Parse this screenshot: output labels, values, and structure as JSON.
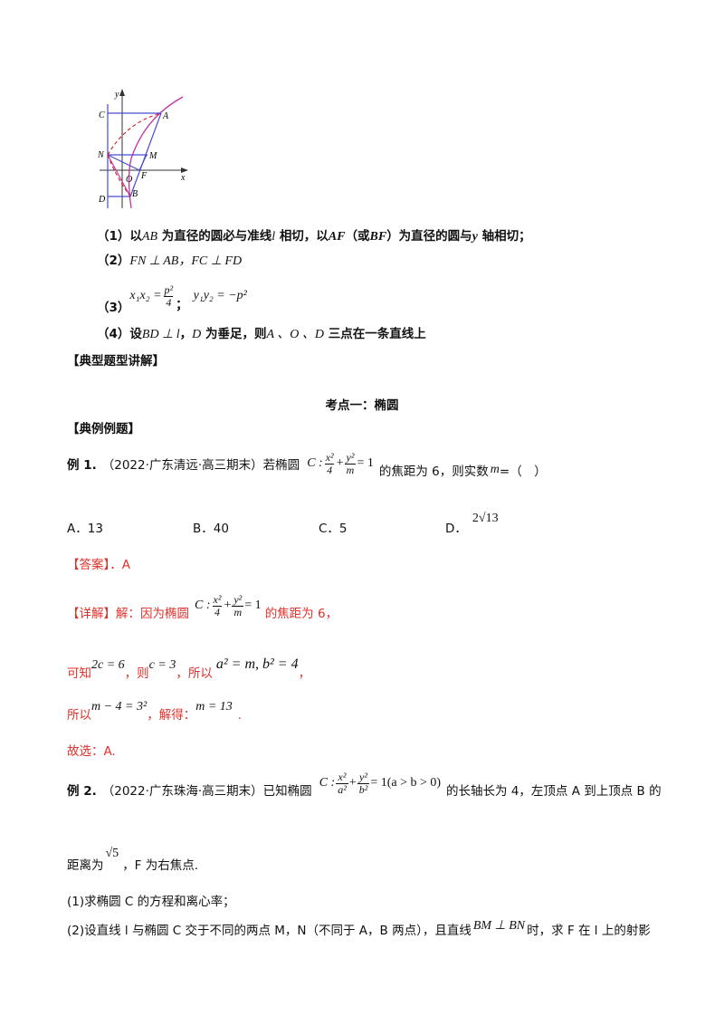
{
  "figure": {
    "axis_y": "y",
    "axis_x": "x",
    "labels": {
      "C": "C",
      "A": "A",
      "N": "N",
      "M": "M",
      "O": "O",
      "F": "F",
      "D": "D",
      "B": "B"
    }
  },
  "props": {
    "p1_num": "（1）",
    "p1_a": "以",
    "p1_ab": "AB",
    "p1_b": "为直径的圆必与准线",
    "p1_l": "l",
    "p1_c": "相切，以",
    "p1_af": "AF",
    "p1_d": "（或",
    "p1_bf": "BF",
    "p1_e": "）为直径的圆与",
    "p1_y": "y",
    "p1_f": "轴相切；",
    "p2_num": "（2）",
    "p2_math": "FN ⊥ AB，FC ⊥ FD",
    "p3_num": "（3）",
    "p3_lhs": "x₁x₂ =",
    "p3_num_frac": "p²",
    "p3_den_frac": "4",
    "p3_sep": "；",
    "p3_rhs": "y₁y₂ = −p²",
    "p4_num": "（4）",
    "p4_a": "设",
    "p4_bd": "BD ⊥ l",
    "p4_b": "，",
    "p4_d": "D",
    "p4_c": "为垂足，则",
    "p4_pts": "A 、O 、D",
    "p4_e": "三点在一条直线上"
  },
  "section_heading": "【典型题型讲解】",
  "topic_heading": "考点一：椭圆",
  "example_heading": "【典例例题】",
  "ex1": {
    "label": "例 1.",
    "source": "（2022·广东清远·高三期末）若椭圆",
    "eq_c": "C :",
    "eq_t1_num": "x²",
    "eq_t1_den": "4",
    "eq_plus": "+",
    "eq_t2_num": "y²",
    "eq_t2_den": "m",
    "eq_rhs": "= 1",
    "tail": "的焦距为 6，则实数",
    "tail_m": "m",
    "tail_end": "=（　）",
    "options": {
      "a": "A．13",
      "b": "B．40",
      "c": "C．5",
      "d": "D．"
    },
    "opt_d_math": "2√13",
    "answer": "【答案】．A",
    "detail_label": "【详解】",
    "detail_text": "解：因为椭圆",
    "detail_tail": "的焦距为 6，",
    "line2_a": "可知",
    "line2_m1": "2c = 6",
    "line2_b": "，则",
    "line2_m2": "c = 3",
    "line2_c": "，所以",
    "line2_m3": "a² = m, b² = 4",
    "line2_d": "，",
    "line3_a": "所以",
    "line3_m1": "m − 4 = 3²",
    "line3_b": "，解得：",
    "line3_m2": "m = 13",
    "line3_c": ".",
    "choose": "故选：A."
  },
  "ex2": {
    "label": "例 2.",
    "source": "（2022·广东珠海·高三期末）已知椭圆",
    "eq_c": "C :",
    "eq_t1_num": "x²",
    "eq_t1_den": "a²",
    "eq_plus": "+",
    "eq_t2_num": "y²",
    "eq_t2_den": "b²",
    "eq_rhs": "= 1(a > b > 0)",
    "tail": "的长轴长为 4，左顶点 A 到上顶点 B 的",
    "line2_a": "距离为",
    "line2_m": "√5",
    "line2_b": "，F 为右焦点.",
    "q1": "(1)求椭圆 C 的方程和离心率；",
    "q2_a": "(2)设直线 l 与椭圆 C 交于不同的两点 M，N（不同于 A，B 两点），且直线",
    "q2_m": "BM ⊥ BN",
    "q2_b": "时，求 F 在 l 上的射影"
  }
}
